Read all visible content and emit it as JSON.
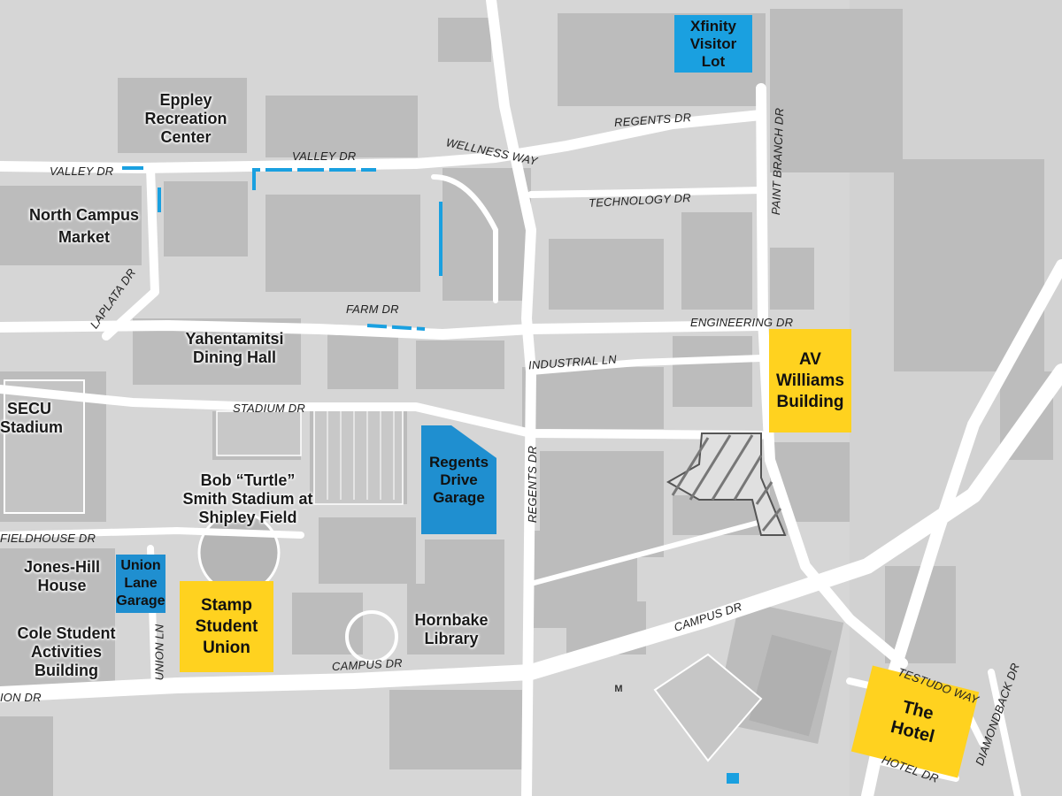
{
  "colors": {
    "background": "#d6d6d6",
    "road": "#ffffff",
    "building": "#bdbdbd",
    "highlight_yellow": "#ffd21f",
    "parking_blue": "#1aa0e0",
    "restricted_parking_line": "#1aa0e0"
  },
  "buildings": {
    "eppley": "Eppley\nRecreation\nCenter",
    "north_campus_market": "North Campus\nMarket",
    "yahentamitsi": "Yahentamitsi\nDining Hall",
    "secu": "SECU\nStadium",
    "bob_turtle": "Bob “Turtle”\nSmith Stadium at\nShipley Field",
    "jones_hill": "Jones-Hill\nHouse",
    "cole": "Cole Student\nActivities\nBuilding",
    "hornbake": "Hornbake\nLibrary"
  },
  "highlights": {
    "xfinity_lot": "Xfinity\nVisitor\nLot",
    "regents_garage": "Regents\nDrive\nGarage",
    "union_lane_garage": "Union\nLane\nGarage",
    "stamp": "Stamp\nStudent\nUnion",
    "av_williams": "AV\nWilliams\nBuilding",
    "the_hotel": "The\nHotel"
  },
  "roads": {
    "regents_dr_top": "REGENTS DR",
    "wellness_way": "WELLNESS WAY",
    "valley_dr_left": "VALLEY DR",
    "valley_dr_mid": "VALLEY DR",
    "technology_dr": "TECHNOLOGY DR",
    "paint_branch_dr": "PAINT BRANCH DR",
    "laplata_dr": "LAPLATA DR",
    "farm_dr": "FARM DR",
    "engineering_dr": "ENGINEERING DR",
    "industrial_ln": "INDUSTRIAL LN",
    "stadium_dr": "STADIUM DR",
    "regents_dr_vertical": "REGENTS DR",
    "fieldhouse_dr": "FIELDHOUSE DR",
    "union_ln": "UNION LN",
    "campus_dr_right": "CAMPUS DR",
    "campus_dr_left": "CAMPUS DR",
    "ion_dr": "ION DR",
    "testudo_way": "TESTUDO WAY",
    "diamondback_dr": "DIAMONDBACK DR",
    "hotel_dr": "HOTEL DR"
  },
  "icons": {
    "metro": "M"
  }
}
